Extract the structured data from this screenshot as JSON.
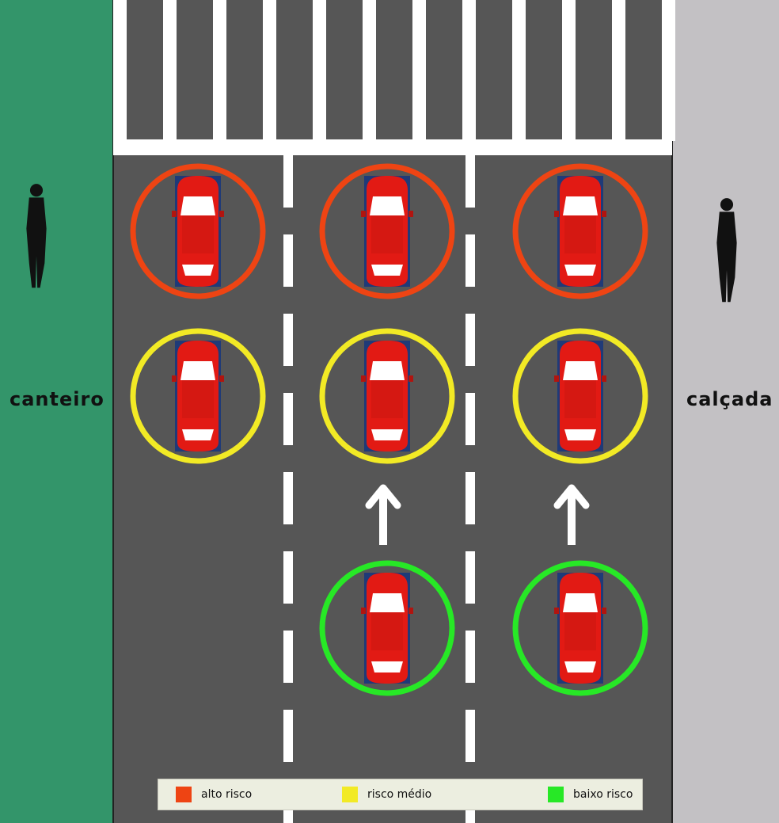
{
  "labels": {
    "left_area": "canteiro",
    "right_area": "calçada"
  },
  "colors": {
    "median": "#33956a",
    "sidewalk": "#c3c1c4",
    "asphalt": "#565656",
    "marking": "#ffffff",
    "car_body": "#e21a14",
    "high": "#ee4413",
    "medium": "#f2ea25",
    "low": "#27e826"
  },
  "legend": [
    {
      "label": "alto risco",
      "color": "#ee4413",
      "level": "high"
    },
    {
      "label": "risco médio",
      "color": "#f2ea25",
      "level": "medium"
    },
    {
      "label": "baixo risco",
      "color": "#27e826",
      "level": "low"
    }
  ],
  "lanes": 3,
  "cars": [
    {
      "lane": 1,
      "row": 1,
      "risk": "high"
    },
    {
      "lane": 2,
      "row": 1,
      "risk": "high"
    },
    {
      "lane": 3,
      "row": 1,
      "risk": "high"
    },
    {
      "lane": 1,
      "row": 2,
      "risk": "medium"
    },
    {
      "lane": 2,
      "row": 2,
      "risk": "medium"
    },
    {
      "lane": 3,
      "row": 2,
      "risk": "medium"
    },
    {
      "lane": 2,
      "row": 3,
      "risk": "low"
    },
    {
      "lane": 3,
      "row": 3,
      "risk": "low"
    }
  ],
  "arrows": [
    {
      "lane": 2,
      "direction": "up"
    },
    {
      "lane": 3,
      "direction": "up"
    }
  ],
  "pedestrians": [
    "left",
    "right"
  ]
}
